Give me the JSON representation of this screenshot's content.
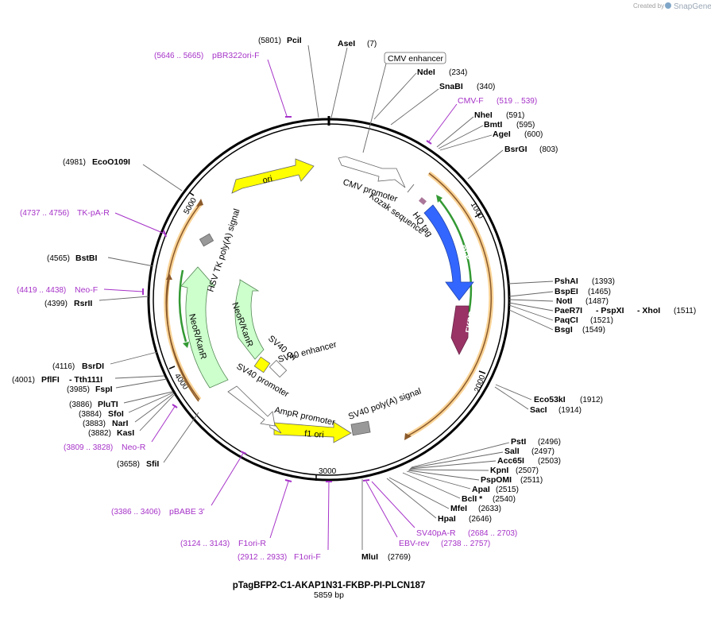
{
  "header": {
    "credit": "Created by",
    "brand": "SnapGene"
  },
  "plasmid": {
    "name": "pTagBFP2-C1-AKAP1N31-FKBP-PI-PLCN187",
    "length_label": "5859 bp"
  },
  "ticks": [
    "1000",
    "2000",
    "3000",
    "4000",
    "5000"
  ],
  "sites": [
    {
      "name": "PciI",
      "pos": "(5801)"
    },
    {
      "name": "AseI",
      "pos": "(7)"
    },
    {
      "name": "NdeI",
      "pos": "(234)"
    },
    {
      "name": "SnaBI",
      "pos": "(340)"
    },
    {
      "name": "NheI",
      "pos": "(591)"
    },
    {
      "name": "BmtI",
      "pos": "(595)"
    },
    {
      "name": "AgeI",
      "pos": "(600)"
    },
    {
      "name": "BsrGI",
      "pos": "(803)"
    },
    {
      "name": "PshAI",
      "pos": "(1393)"
    },
    {
      "name": "BspEI",
      "pos": "(1465)"
    },
    {
      "name": "NotI",
      "pos": "(1487)"
    },
    {
      "name": "PaeR7I",
      "name2": "- PspXI",
      "name3": "- XhoI",
      "pos": "(1511)"
    },
    {
      "name": "PaqCI",
      "pos": "(1521)"
    },
    {
      "name": "BsgI",
      "pos": "(1549)"
    },
    {
      "name": "Eco53kI",
      "pos": "(1912)"
    },
    {
      "name": "SacI",
      "pos": "(1914)"
    },
    {
      "name": "PstI",
      "pos": "(2496)"
    },
    {
      "name": "SalI",
      "pos": "(2497)"
    },
    {
      "name": "Acc65I",
      "pos": "(2503)"
    },
    {
      "name": "KpnI",
      "pos": "(2507)"
    },
    {
      "name": "PspOMI",
      "pos": "(2511)"
    },
    {
      "name": "ApaI",
      "pos": "(2515)"
    },
    {
      "name": "BclI *",
      "pos": "(2540)"
    },
    {
      "name": "MfeI",
      "pos": "(2633)"
    },
    {
      "name": "HpaI",
      "pos": "(2646)"
    },
    {
      "name": "MluI",
      "pos": "(2769)"
    },
    {
      "name": "SfiI",
      "pos": "(3658)"
    },
    {
      "name": "KasI",
      "pos": "(3882)"
    },
    {
      "name": "NarI",
      "pos": "(3883)"
    },
    {
      "name": "SfoI",
      "pos": "(3884)"
    },
    {
      "name": "PluTI",
      "pos": "(3886)"
    },
    {
      "name": "FspI",
      "pos": "(3985)"
    },
    {
      "name": "PflFI",
      "name2": "- Tth111I",
      "pos": "(4001)"
    },
    {
      "name": "BsrDI",
      "pos": "(4116)"
    },
    {
      "name": "RsrII",
      "pos": "(4399)"
    },
    {
      "name": "BstBI",
      "pos": "(4565)"
    },
    {
      "name": "EcoO109I",
      "pos": "(4981)"
    }
  ],
  "primers": [
    {
      "name": "pBR322ori-F",
      "pos": "(5646 .. 5665)"
    },
    {
      "name": "CMV-F",
      "pos": "(519 .. 539)"
    },
    {
      "name": "SV40pA-R",
      "pos": "(2684 .. 2703)"
    },
    {
      "name": "EBV-rev",
      "pos": "(2738 .. 2757)"
    },
    {
      "name": "F1ori-F",
      "pos": "(2912 .. 2933)"
    },
    {
      "name": "F1ori-R",
      "pos": "(3124 .. 3143)"
    },
    {
      "name": "pBABE 3'",
      "pos": "(3386 .. 3406)"
    },
    {
      "name": "Neo-R",
      "pos": "(3809 .. 3828)"
    },
    {
      "name": "Neo-F",
      "pos": "(4419 .. 4438)"
    },
    {
      "name": "TK-pA-R",
      "pos": "(4737 .. 4756)"
    }
  ],
  "features": {
    "cmv_enhancer": "CMV enhancer",
    "cmv_promoter": "CMV promoter",
    "kozak": "Kozak sequence",
    "hq_tag": "HQ tag",
    "tagbfp": "TagBFP",
    "fkbp": "FKBP",
    "sv40_polya": "SV40 poly(A) signal",
    "f1_ori": "f1 ori",
    "ampr_promoter": "AmpR promoter",
    "sv40_promoter": "SV40 promoter",
    "sv40_enhancer": "SV40 enhancer",
    "sv40_ori": "SV40 ori",
    "neokanr_inner": "NeoR/KanR",
    "neokanr_outer": "NeoR/KanR",
    "hsv_tk": "HSV TK poly(A) signal",
    "ori": "ori"
  },
  "colors": {
    "backbone": "#000000",
    "ori": "#ffff00",
    "tagbfp": "#3366ff",
    "fkbp": "#993366",
    "neo": "#ccffcc",
    "orf_orange": "#f5b041",
    "orf_brown": "#8b5a2b",
    "orf_green": "#339933",
    "primer": "#a633c8",
    "grey_box": "#999999"
  }
}
